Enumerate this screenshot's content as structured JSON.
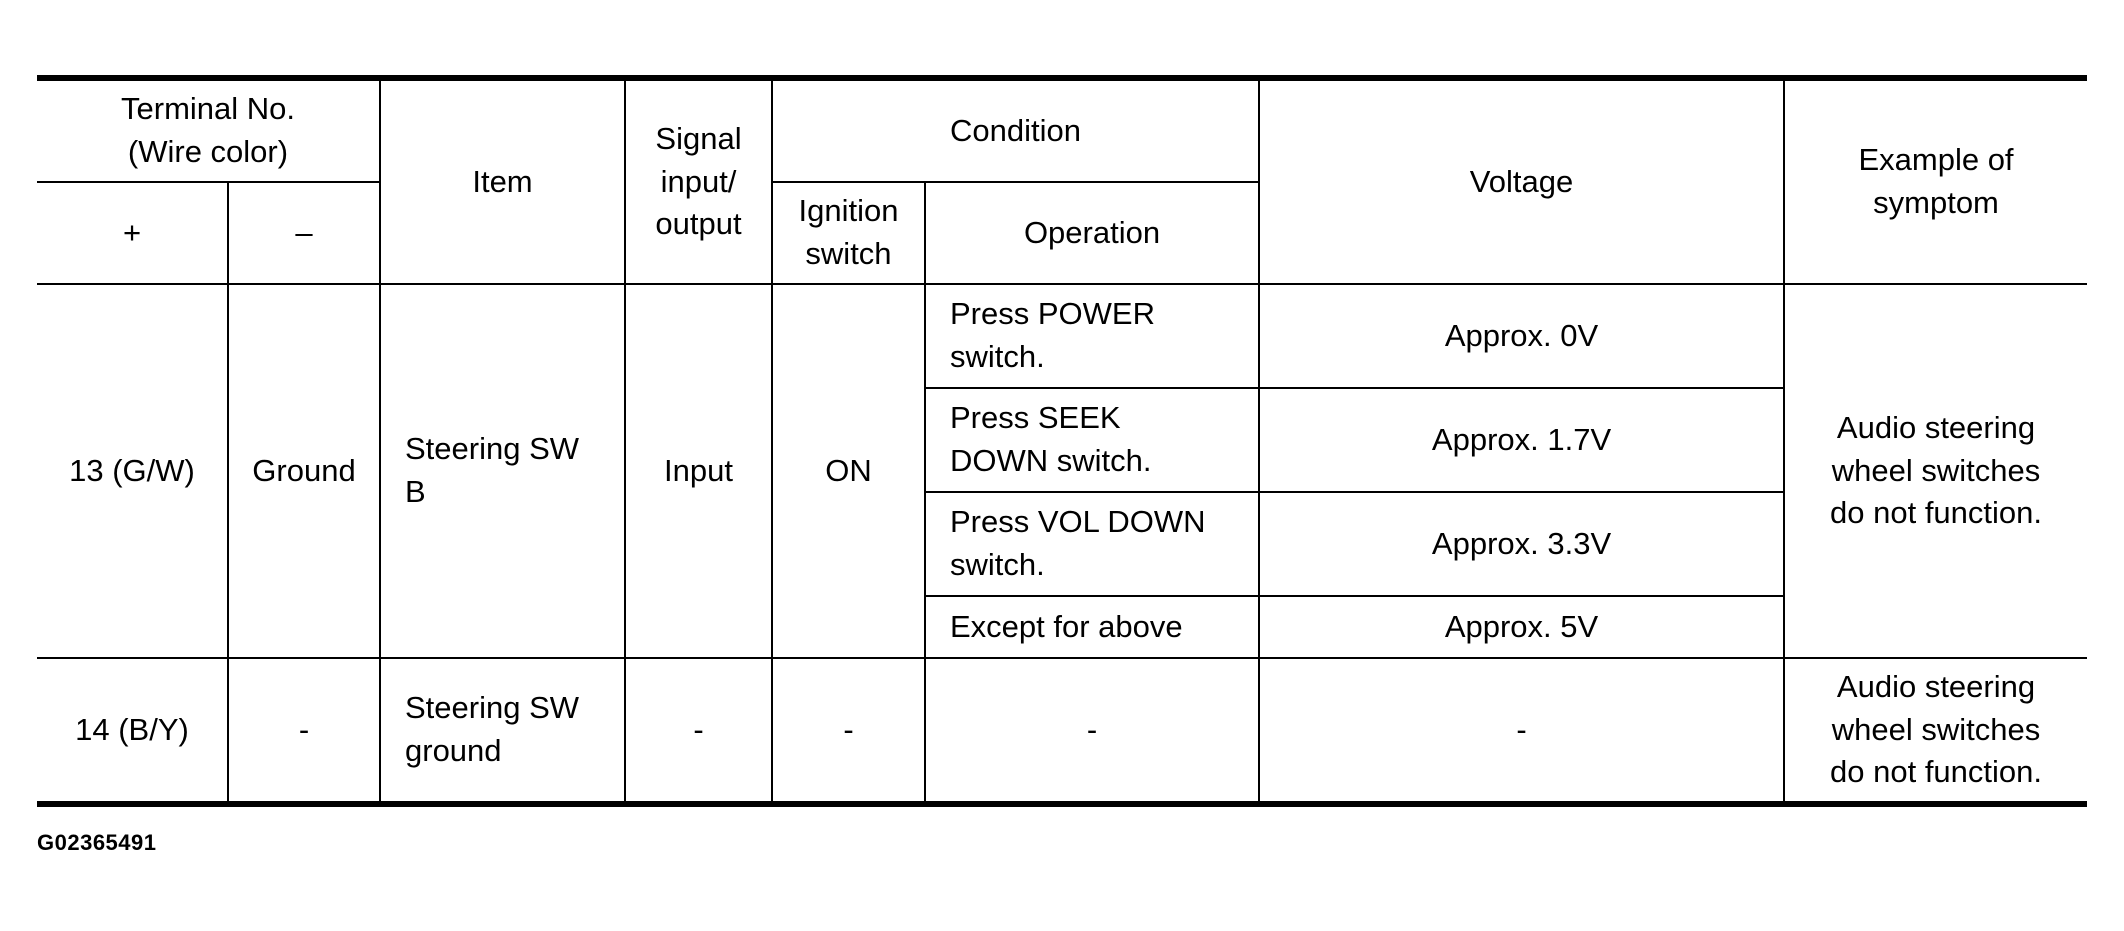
{
  "table": {
    "headers": {
      "terminal_no": "Terminal No.\n(Wire color)",
      "plus": "+",
      "minus": "–",
      "item": "Item",
      "signal": "Signal\ninput/\noutput",
      "condition": "Condition",
      "ignition_switch": "Ignition\nswitch",
      "operation": "Operation",
      "voltage": "Voltage",
      "symptom": "Example of\nsymptom"
    },
    "row1": {
      "plus": "13 (G/W)",
      "minus": "Ground",
      "item": "Steering SW\nB",
      "signal": "Input",
      "ignition": "ON",
      "symptom": "Audio steering\nwheel switches\ndo not function.",
      "operations": [
        {
          "operation": "Press POWER\nswitch.",
          "voltage": "Approx. 0V"
        },
        {
          "operation": "Press SEEK\nDOWN switch.",
          "voltage": "Approx. 1.7V"
        },
        {
          "operation": "Press VOL DOWN\nswitch.",
          "voltage": "Approx. 3.3V"
        },
        {
          "operation": "Except for above",
          "voltage": "Approx. 5V"
        }
      ]
    },
    "row2": {
      "plus": "14 (B/Y)",
      "minus": "-",
      "item": "Steering SW\nground",
      "signal": "-",
      "ignition": "-",
      "operation": "-",
      "voltage": "-",
      "symptom": "Audio steering\nwheel switches\ndo not function."
    }
  },
  "figure_id": "G02365491"
}
